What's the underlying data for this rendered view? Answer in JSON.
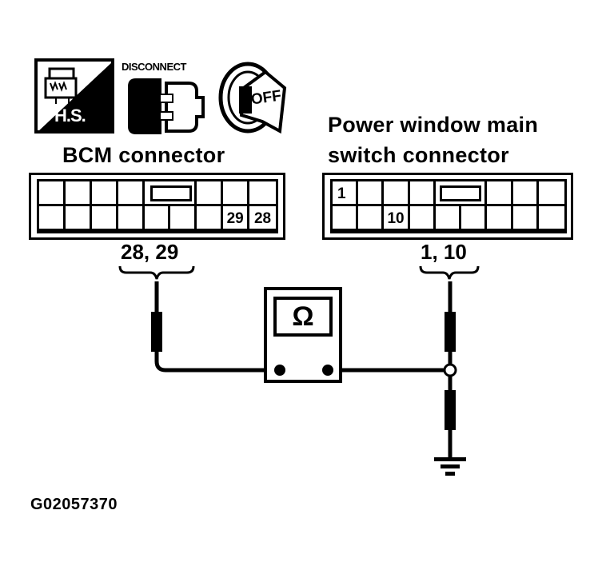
{
  "icons": [
    {
      "name": "harness-side-icon",
      "text": "H.S."
    },
    {
      "name": "disconnect-icon",
      "text": "DISCONNECT"
    },
    {
      "name": "ignition-key-off-icon",
      "text": "OFF"
    }
  ],
  "bcm_connector": {
    "title": "BCM connector",
    "top_row_cells": 9,
    "bottom_row_cells": 9,
    "pins": {
      "bottom_8": "29",
      "bottom_9": "28"
    },
    "probe_label": "28, 29"
  },
  "pw_switch_connector": {
    "title_line1": "Power window main",
    "title_line2": "switch connector",
    "pins": {
      "top_1": "1",
      "bottom_3": "10"
    },
    "probe_label": "1, 10"
  },
  "ohmmeter": {
    "symbol": "Ω"
  },
  "ground": {
    "name": "ground-symbol"
  },
  "figure_code": "G02057370",
  "colors": {
    "ink": "#000000",
    "paper": "#ffffff"
  }
}
